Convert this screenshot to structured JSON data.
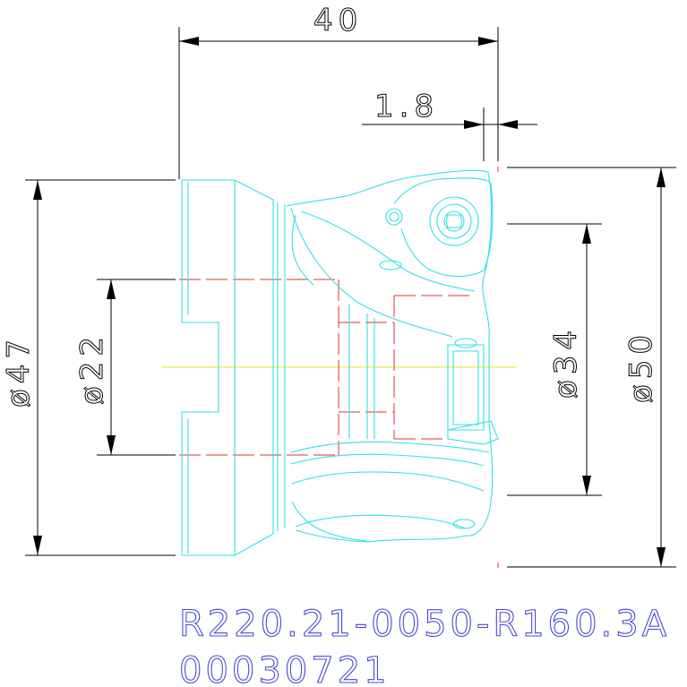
{
  "dimensions": {
    "overall_length": "40",
    "insert_offset": "1.8",
    "diameter_47": "ø47",
    "diameter_22": "ø22",
    "diameter_34": "ø34",
    "diameter_50": "ø50"
  },
  "caption": {
    "part_number": "R220.21-0050-R160.3A",
    "drawing_number": "00030721"
  },
  "colors": {
    "part_outline": "#33e0e8",
    "hidden_lines": "#e03030",
    "center_line": "#e8e800",
    "caption_text": "#4a4ad6",
    "dimension_lines": "#000000"
  }
}
